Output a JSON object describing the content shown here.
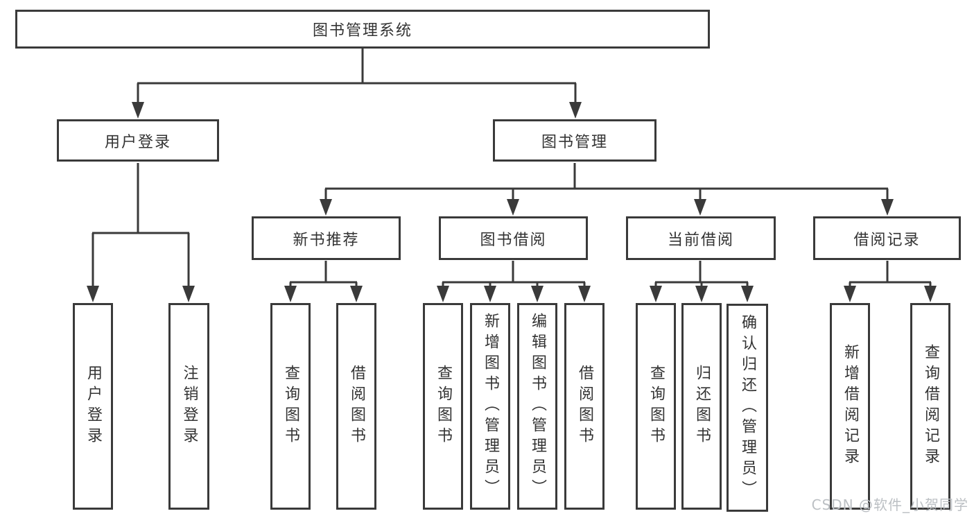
{
  "diagram": {
    "line_color": "#3a3a3a",
    "nodes": {
      "root": "图书管理系统",
      "user_login": "用户登录",
      "book_mgmt": "图书管理",
      "new_book_rec": "新书推荐",
      "book_borrow": "图书借阅",
      "current_borrow": "当前借阅",
      "borrow_record": "借阅记录",
      "ul_login": "用户登录",
      "ul_logout": "注销登录",
      "nb_query": "查询图书",
      "nb_borrow": "借阅图书",
      "bb_query": "查询图书",
      "bb_add": "新增图书（管理员）",
      "bb_edit": "编辑图书（管理员）",
      "bb_borrow": "借阅图书",
      "cb_query": "查询图书",
      "cb_return": "归还图书",
      "cb_confirm": "确认归还（管理员）",
      "br_add": "新增借阅记录",
      "br_query": "查询借阅记录"
    }
  },
  "watermark": {
    "text": "CSDN @软件_小贺同学"
  }
}
